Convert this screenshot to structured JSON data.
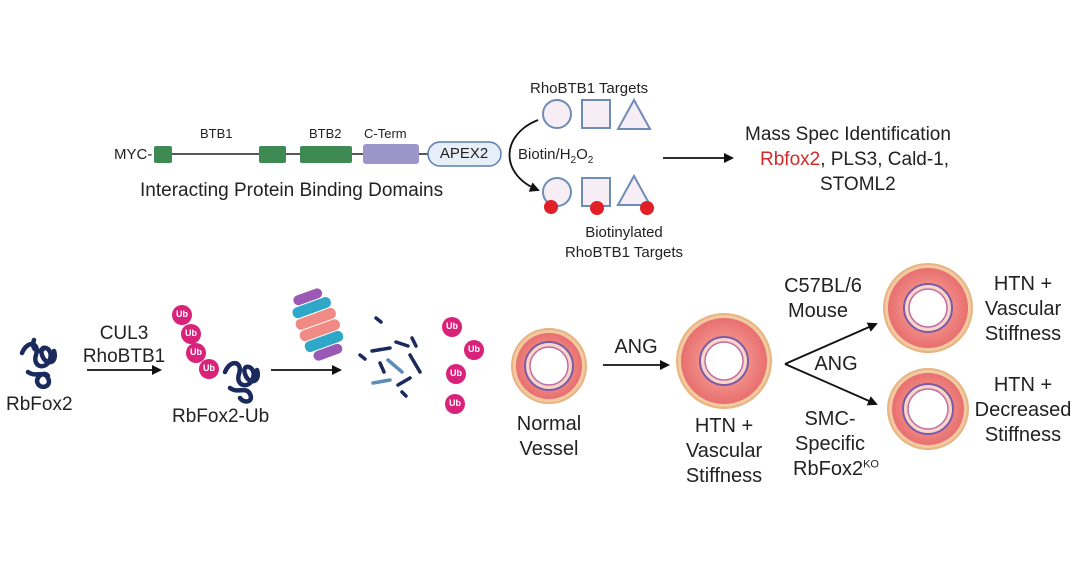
{
  "top": {
    "myc_label": "MYC-",
    "domains": {
      "btb1": "BTB1",
      "btb2": "BTB2",
      "cterm": "C-Term",
      "apex2": "APEX2"
    },
    "binding_caption": "Interacting Protein Binding Domains",
    "targets_label": "RhoBTB1 Targets",
    "biotin_prefix": "Biotin/H",
    "biotin_sub1": "2",
    "biotin_mid": "O",
    "biotin_sub2": "2",
    "biotinylated_line1": "Biotinylated",
    "biotinylated_line2": "RhoBTB1 Targets",
    "mass_spec_title": "Mass Spec Identification",
    "mass_spec_highlight": "Rbfox2",
    "mass_spec_rest": ", PLS3, Cald-1,",
    "mass_spec_line3": "STOML2"
  },
  "bottom": {
    "rbfox2": "RbFox2",
    "cul3": "CUL3",
    "rhobtb1": "RhoBTB1",
    "rbfox2_ub": "RbFox2-Ub",
    "ub": "Ub",
    "normal_line1": "Normal",
    "normal_line2": "Vessel",
    "ang_1": "ANG",
    "htn_line1": "HTN +",
    "htn_line2": "Vascular",
    "htn_line3": "Stiffness",
    "mouse_line1": "C57BL/6",
    "mouse_line2": "Mouse",
    "ang_2": "ANG",
    "smc_line1": "SMC-",
    "smc_line2": "Specific",
    "smc_line3": "RbFox2",
    "smc_sup": "KO",
    "out1_line1": "HTN +",
    "out1_line2": "Vascular",
    "out1_line3": "Stiffness",
    "out2_line1": "HTN +",
    "out2_line2": "Decreased",
    "out2_line3": "Stiffness"
  },
  "colors": {
    "domain_green": "#3e8a52",
    "cterm_purple": "#9b95c9",
    "apex_fill": "#e6eef8",
    "target_fill": "#f6eef4",
    "target_stroke": "#6f8bb8",
    "biotin_red": "#e01f26",
    "ub_magenta": "#d9237a",
    "rbfox_navy": "#1a2a5c",
    "vessel_outer": "#f2c9a0",
    "vessel_wall": "#f07c7c"
  },
  "icons": [
    "rbfox2-protein-icon",
    "proteasome-icon",
    "peptide-fragments-icon",
    "ubiquitin-icon",
    "blood-vessel-icon"
  ]
}
